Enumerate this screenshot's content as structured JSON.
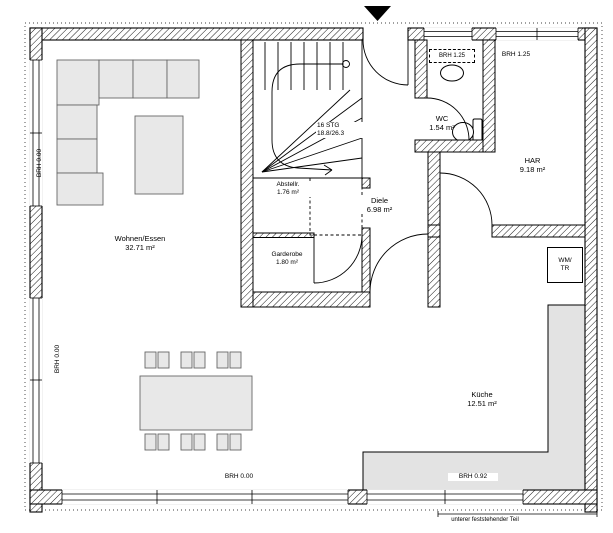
{
  "plan": {
    "rooms": {
      "living": {
        "name": "Wohnen/Essen",
        "area": "32.71 m²"
      },
      "storage": {
        "name": "Abstellr.",
        "area": "1.76 m²"
      },
      "hall": {
        "name": "Diele",
        "area": "6.98 m²"
      },
      "cloak": {
        "name": "Garderobe",
        "area": "1.80 m²"
      },
      "wc": {
        "name": "WC",
        "area": "1.54 m²"
      },
      "utility": {
        "name": "HAR",
        "area": "9.18 m²"
      },
      "kitchen": {
        "name": "Küche",
        "area": "12.51 m²"
      }
    },
    "stairs": {
      "steps": "16 STG",
      "ratio": "18.8/26.3"
    },
    "sills": {
      "left_upper": "BRH 0.00",
      "left_lower": "BRH 0.00",
      "wc": "BRH 1.25",
      "har": "BRH 1.25",
      "bottom_center": "BRH 0.00",
      "kitchen": "BRH 0.92"
    },
    "laundry": {
      "line1": "WM/",
      "line2": "TR"
    },
    "footnote": "unterer feststehender Teil",
    "colors": {
      "wall": "#000000",
      "furniture": "#e8e8e8",
      "counter": "#e3e3e3",
      "bg": "#ffffff"
    }
  }
}
